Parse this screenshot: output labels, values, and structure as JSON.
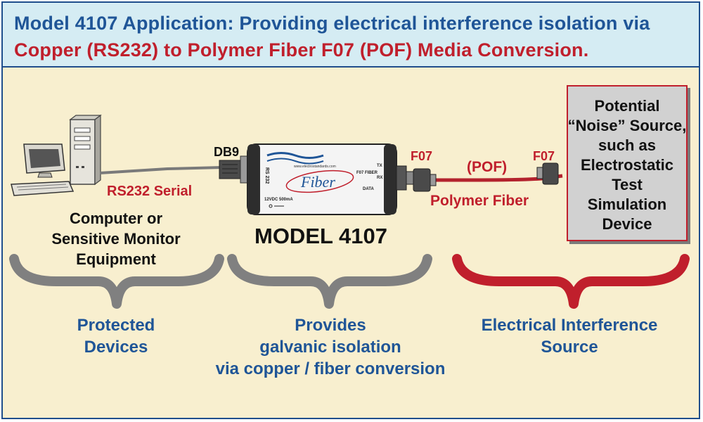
{
  "header": {
    "line1": "Model 4107 Application: Providing electrical interference isolation via",
    "line2": "Copper (RS232) to Polymer Fiber F07 (POF) Media Conversion."
  },
  "labels": {
    "db9": "DB9",
    "rs232_serial": "RS232 Serial",
    "f07_left": "F07",
    "f07_right": "F07",
    "pof": "(POF)",
    "polymer_fiber": "Polymer Fiber",
    "model": "MODEL 4107",
    "computer_line1": "Computer or",
    "computer_line2": "Sensitive Monitor",
    "computer_line3": "Equipment",
    "noise_source": "Potential\n“Noise” Source,\nsuch as\nElectrostatic\nTest\nSimulation\nDevice"
  },
  "device": {
    "logo": "Fiber",
    "port_f07_fiber": "F07 FIBER",
    "tx": "TX",
    "rx": "RX",
    "data": "DATA",
    "rs232_vertical": "RS 232",
    "power": "12VDC 500mA",
    "website": "www.electrostandards.com"
  },
  "bottom": {
    "protected_line1": "Protected",
    "protected_line2": "Devices",
    "provides_line1": "Provides",
    "provides_line2": "galvanic isolation",
    "provides_line3": "via copper / fiber conversion",
    "interference_line1": "Electrical Interference",
    "interference_line2": "Source"
  },
  "colors": {
    "title_blue": "#1f5597",
    "title_red": "#c01f2c",
    "background": "#f8efcf",
    "header_bg": "#d5ecf3",
    "fiber_cable": "#b3222d",
    "copper_cable": "#7a7a7a"
  }
}
